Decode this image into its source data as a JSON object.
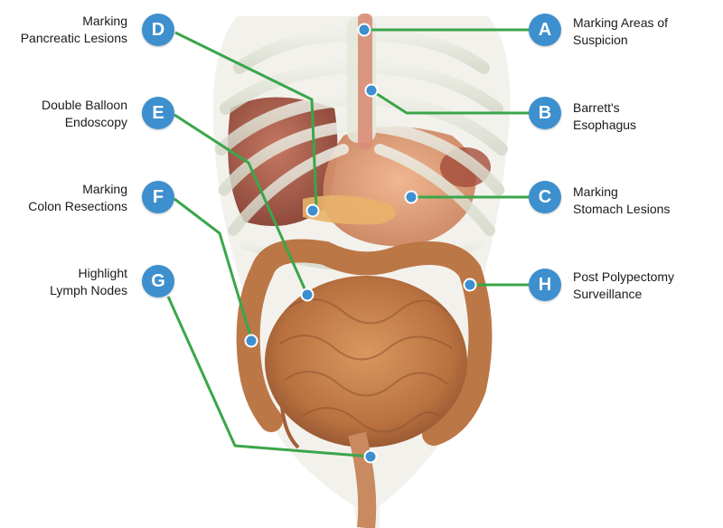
{
  "colors": {
    "callout": "#3d8fce",
    "leader_line": "#3aa64a",
    "marker": "#3d8fce",
    "bone": "#dfe3d6",
    "intestine": "#c98250",
    "stomach": "#d9906a",
    "liver": "#a55040"
  },
  "callouts": [
    {
      "letter": "A",
      "line1": "Marking Areas of",
      "line2": "Suspicion"
    },
    {
      "letter": "B",
      "line1": "Barrett's",
      "line2": "Esophagus"
    },
    {
      "letter": "C",
      "line1": "Marking",
      "line2": "Stomach Lesions"
    },
    {
      "letter": "D",
      "line1": "Marking",
      "line2": "Pancreatic Lesions"
    },
    {
      "letter": "E",
      "line1": "Double Balloon",
      "line2": "Endoscopy"
    },
    {
      "letter": "F",
      "line1": "Marking",
      "line2": "Colon Resections"
    },
    {
      "letter": "G",
      "line1": "Highlight",
      "line2": "Lymph Nodes"
    },
    {
      "letter": "H",
      "line1": "Post Polypectomy",
      "line2": "Surveillance"
    }
  ]
}
